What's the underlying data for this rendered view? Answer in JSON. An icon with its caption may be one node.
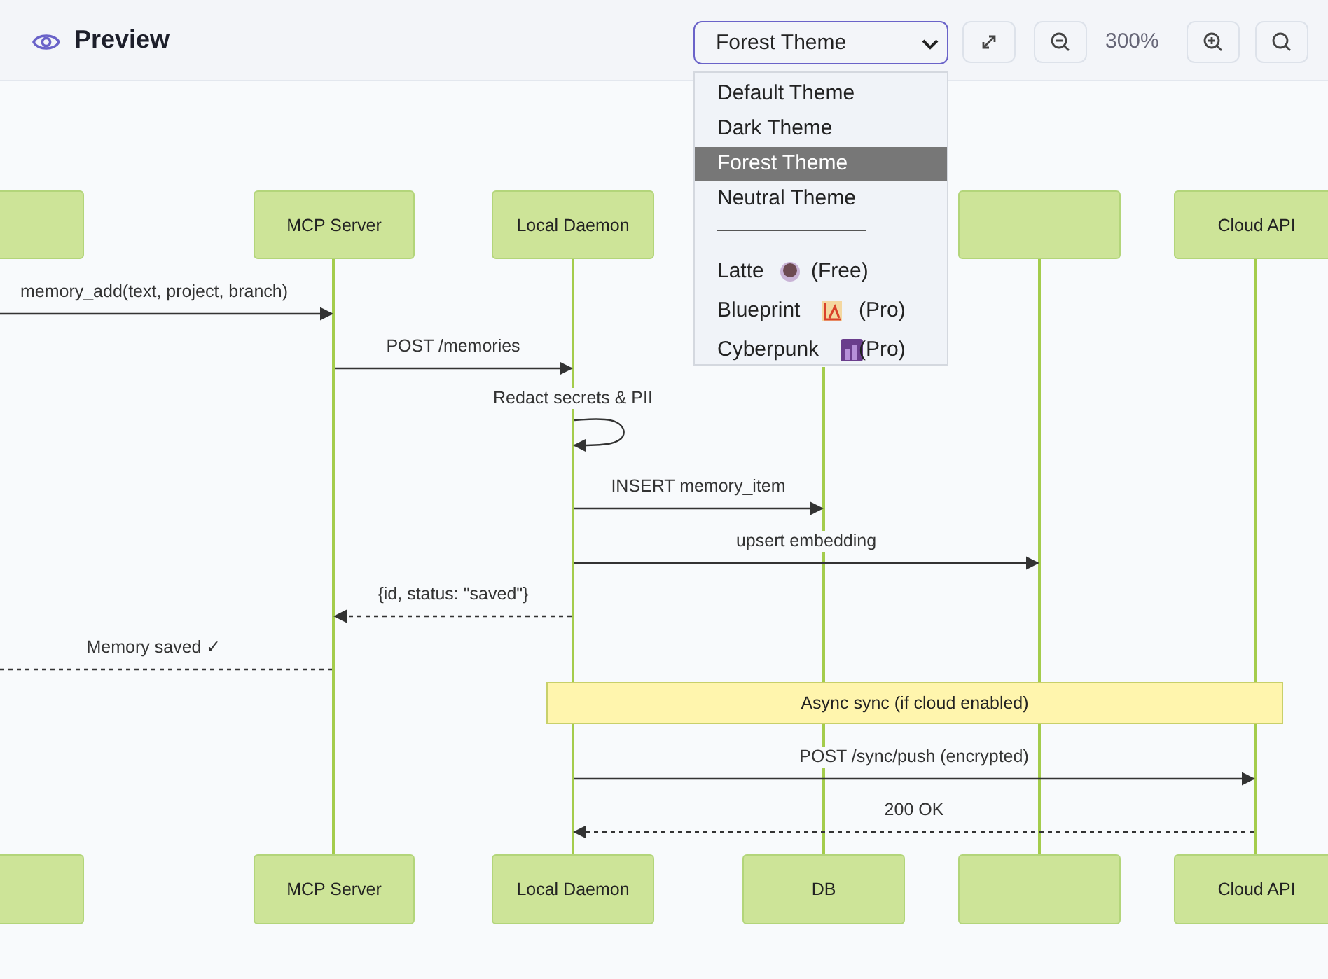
{
  "diagram": {
    "nodes": [
      {
        "text": [],
        "shape": "box"
      },
      {
        "text": [
          "MCP Server"
        ]
      },
      {
        "text": [
          "Local Daemon"
        ]
      },
      {
        "text": [],
        "shape": "box"
      },
      {
        "text": [
          "Cloud API"
        ]
      },
      {
        "text": [
          "Async sync (if cloud enabled)"
        ]
      },
      {
        "text": [],
        "shape": "box"
      },
      {
        "text": [
          "MCP Server"
        ]
      },
      {
        "text": [
          "Local Daemon"
        ]
      },
      {
        "text": [
          "DB"
        ]
      },
      {
        "text": [],
        "shape": "box"
      },
      {
        "text": [
          "Cloud API"
        ]
      },
      {
        "text": [],
        "shape": "line"
      },
      {
        "text": [],
        "shape": "line"
      },
      {
        "text": [],
        "shape": "line"
      },
      {
        "text": [],
        "shape": "line"
      },
      {
        "text": [],
        "shape": "line"
      }
    ],
    "edges": [
      {
        "from": null,
        "to": 12,
        "arrow": "to",
        "label": "memory_add(text, project, branch)"
      },
      {
        "from": 12,
        "to": 13,
        "arrow": "to",
        "label": "POST /memories"
      },
      {
        "from": 13,
        "to": 13,
        "arrow": "to",
        "label": "Redact secrets & PII"
      },
      {
        "from": 13,
        "to": 14,
        "arrow": "to",
        "label": "INSERT memory_item"
      },
      {
        "from": 13,
        "to": 15,
        "arrow": "to",
        "label": "upsert embedding"
      },
      {
        "from": 13,
        "to": 12,
        "arrow": "to",
        "style": "dashed",
        "label": "{id, status: \"saved\"}"
      },
      {
        "from": 12,
        "to": null,
        "arrow": "none",
        "style": "dashed",
        "label": "Memory saved ✓"
      },
      {
        "from": 13,
        "to": 16,
        "arrow": "to",
        "label": "POST /sync/push (encrypted)"
      },
      {
        "from": 16,
        "to": 13,
        "arrow": "to",
        "style": "dashed",
        "label": "200 OK"
      }
    ],
    "labels": [
      "Preview",
      "Forest Theme",
      "300%",
      "Default Theme",
      "Dark Theme",
      "Forest Theme",
      "Neutral Theme",
      "Latte",
      "(Free)",
      "Blueprint",
      "(Pro)",
      "Cyberpunk",
      "(Pro)"
    ]
  }
}
